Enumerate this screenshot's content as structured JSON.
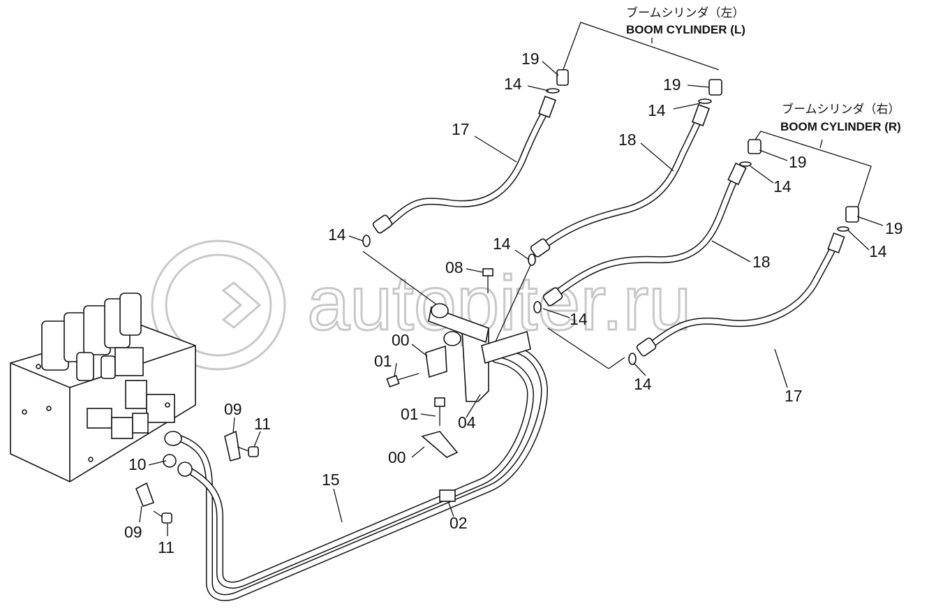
{
  "headers": {
    "boom_left_jp": "ブームシリンダ（左）",
    "boom_left_en": "BOOM CYLINDER (L)",
    "boom_right_jp": "ブームシリンダ（右）",
    "boom_right_en": "BOOM CYLINDER (R)"
  },
  "watermark": {
    "text": "autopiter.ru"
  },
  "labels": [
    {
      "id": "19-a",
      "text": "19"
    },
    {
      "id": "14-a",
      "text": "14"
    },
    {
      "id": "19-b",
      "text": "19"
    },
    {
      "id": "14-b",
      "text": "14"
    },
    {
      "id": "17-a",
      "text": "17"
    },
    {
      "id": "18-a",
      "text": "18"
    },
    {
      "id": "19-c",
      "text": "19"
    },
    {
      "id": "14-c",
      "text": "14"
    },
    {
      "id": "19-d",
      "text": "19"
    },
    {
      "id": "14-d",
      "text": "14"
    },
    {
      "id": "14-e",
      "text": "14"
    },
    {
      "id": "14-f",
      "text": "14"
    },
    {
      "id": "18-b",
      "text": "18"
    },
    {
      "id": "08",
      "text": "08"
    },
    {
      "id": "14-g",
      "text": "14"
    },
    {
      "id": "00-a",
      "text": "00"
    },
    {
      "id": "01-a",
      "text": "01"
    },
    {
      "id": "14-h",
      "text": "14"
    },
    {
      "id": "01-b",
      "text": "01"
    },
    {
      "id": "04",
      "text": "04"
    },
    {
      "id": "17-b",
      "text": "17"
    },
    {
      "id": "09-a",
      "text": "09"
    },
    {
      "id": "11-a",
      "text": "11"
    },
    {
      "id": "00-b",
      "text": "00"
    },
    {
      "id": "10",
      "text": "10"
    },
    {
      "id": "15",
      "text": "15"
    },
    {
      "id": "02",
      "text": "02"
    },
    {
      "id": "09-b",
      "text": "09"
    },
    {
      "id": "11-b",
      "text": "11"
    }
  ]
}
